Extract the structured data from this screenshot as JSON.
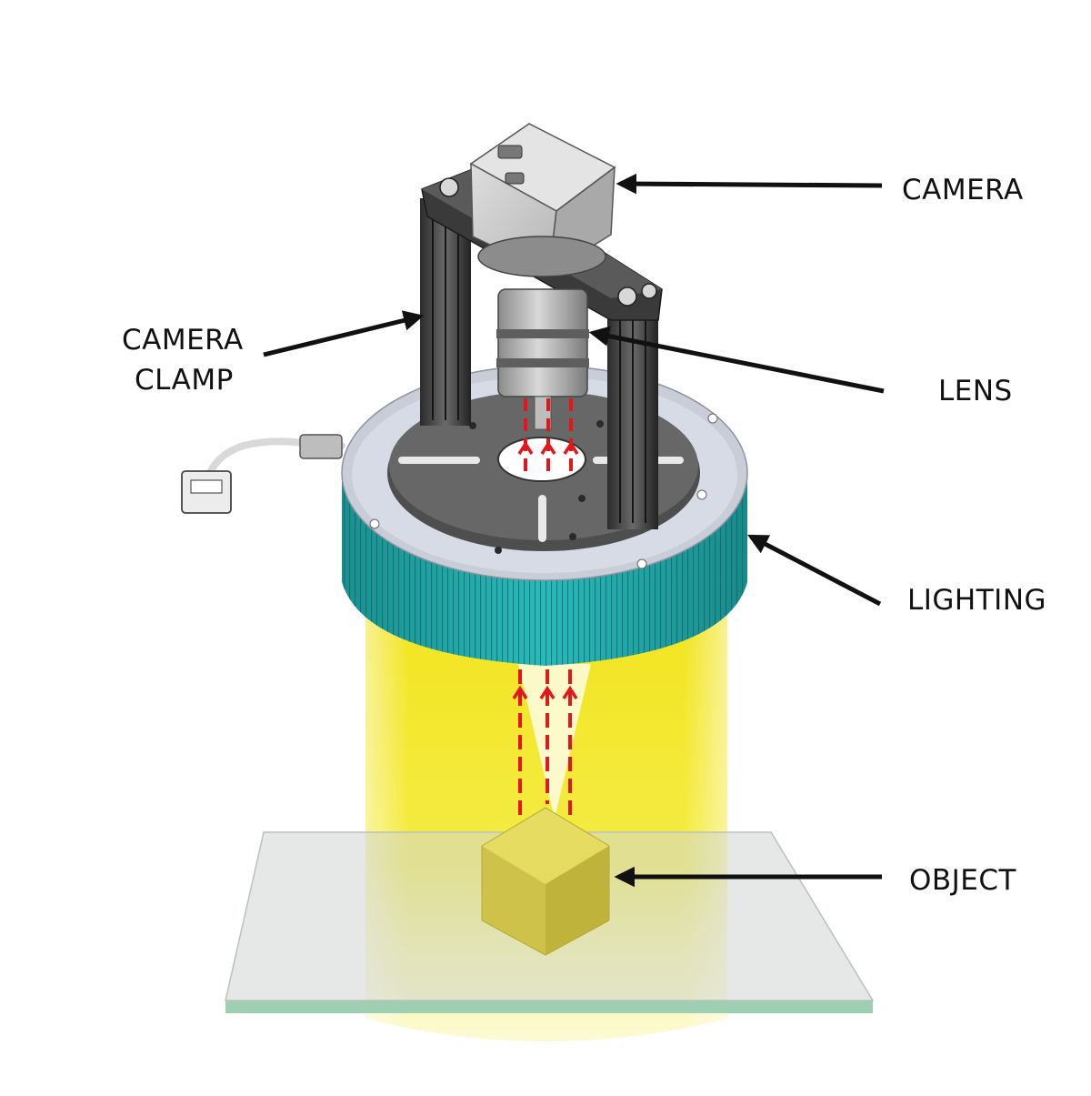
{
  "labels": {
    "camera": "CAMERA",
    "camera_clamp_line1": "CAMERA",
    "camera_clamp_line2": "CLAMP",
    "lens": "LENS",
    "lighting": "LIGHTING",
    "object": "OBJECT"
  },
  "colors": {
    "background": "#ffffff",
    "light_beam": "#f3ea2a",
    "ring_light": "#1fa7a8",
    "ray_arrows": "#e3161b",
    "camera_body": "#c9c9c9",
    "mount_plate": "#555555",
    "object_cube": "#d8cc4a",
    "stage_glass": "#dcdfdd",
    "label_text": "#111111"
  }
}
